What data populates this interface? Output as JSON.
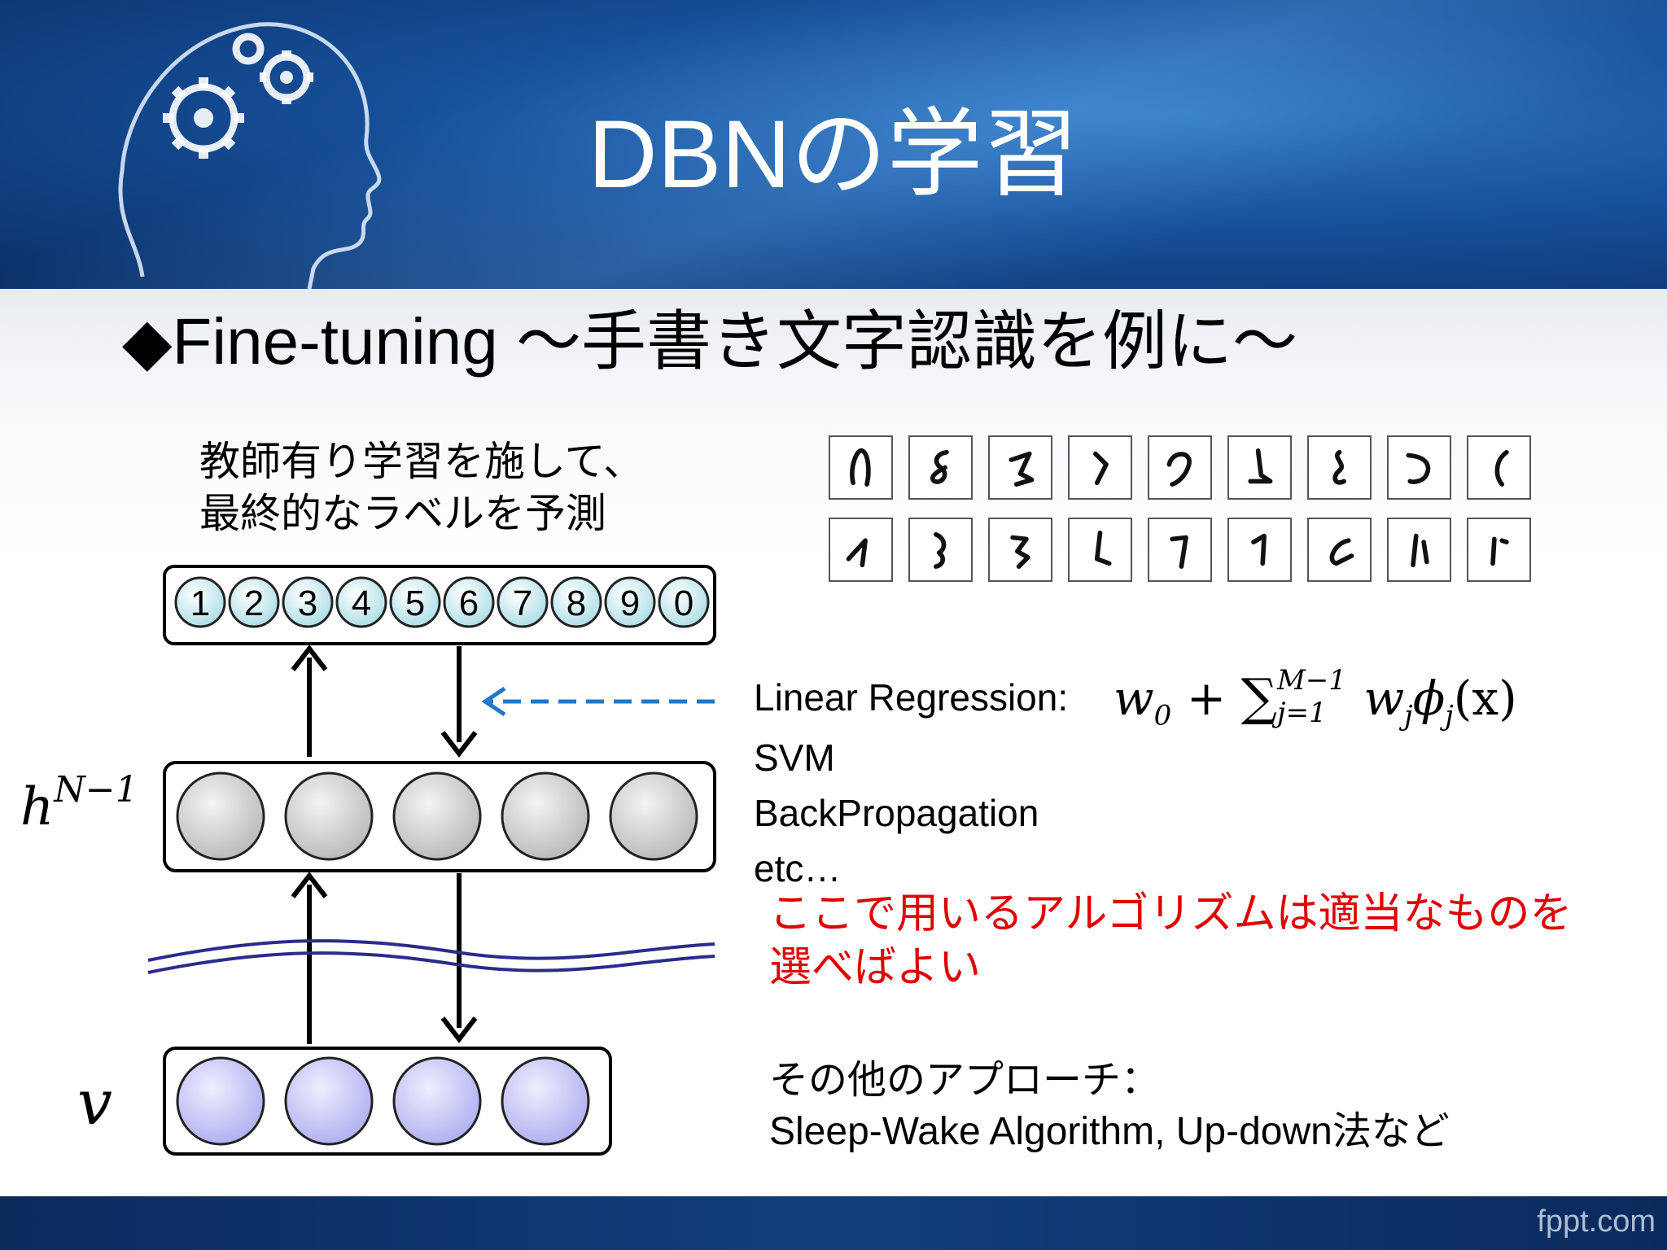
{
  "slide": {
    "title": "DBNの学習",
    "subtitle": "Fine-tuning ～手書き文字認識を例に～",
    "subtitle_bullet": "◆",
    "supervised_text": [
      "教師有り学習を施して、",
      "最終的なラベルを予測"
    ],
    "output_labels": [
      "1",
      "2",
      "3",
      "4",
      "5",
      "6",
      "7",
      "8",
      "9",
      "0"
    ],
    "hidden_layer_label": {
      "base": "h",
      "sup": "N−1"
    },
    "visible_layer_label": "v",
    "methods": {
      "linear_regression": "Linear Regression:",
      "svm": "SVM",
      "backprop": "BackPropagation",
      "etc": "etc…"
    },
    "formula": {
      "w": "w",
      "w0_sub": "0",
      "plus": " + ",
      "sum": "∑",
      "sum_sub": "j=1",
      "sum_sup": "M−1",
      "wj": " w",
      "wj_sub": "j",
      "phi": "ϕ",
      "phi_sub": "j",
      "arg": "(x)"
    },
    "note": "ここで用いるアルゴリズムは適当なものを選べばよい",
    "other_approaches": [
      "その他のアプローチ：",
      "Sleep-Wake Algorithm, Up-down法など"
    ],
    "footer_mark": "fppt.com",
    "colors": {
      "header_blue": "#16509a",
      "note_red": "#e00000",
      "arrow_blue": "#1f78c8",
      "output_node": "#cfeef2",
      "hidden_node": "#d8d8d8",
      "visible_node": "#c8c8f4",
      "wave": "#2b2b8c"
    },
    "icons": [
      "head-with-gears-icon",
      "dashed-left-arrow-icon"
    ]
  }
}
